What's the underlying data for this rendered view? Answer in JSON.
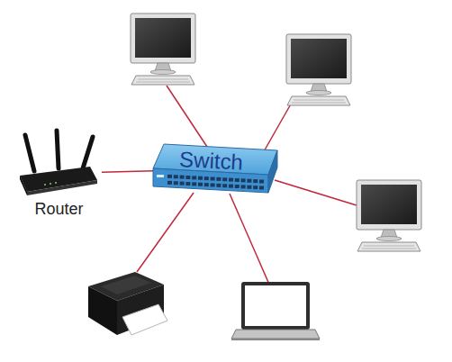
{
  "diagram": {
    "nodes": [
      {
        "text": [
          "Router"
        ]
      },
      {
        "text": [
          "Switch"
        ]
      }
    ],
    "edges": [
      {
        "from": 0,
        "to": 1,
        "arrow": "none"
      }
    ]
  }
}
